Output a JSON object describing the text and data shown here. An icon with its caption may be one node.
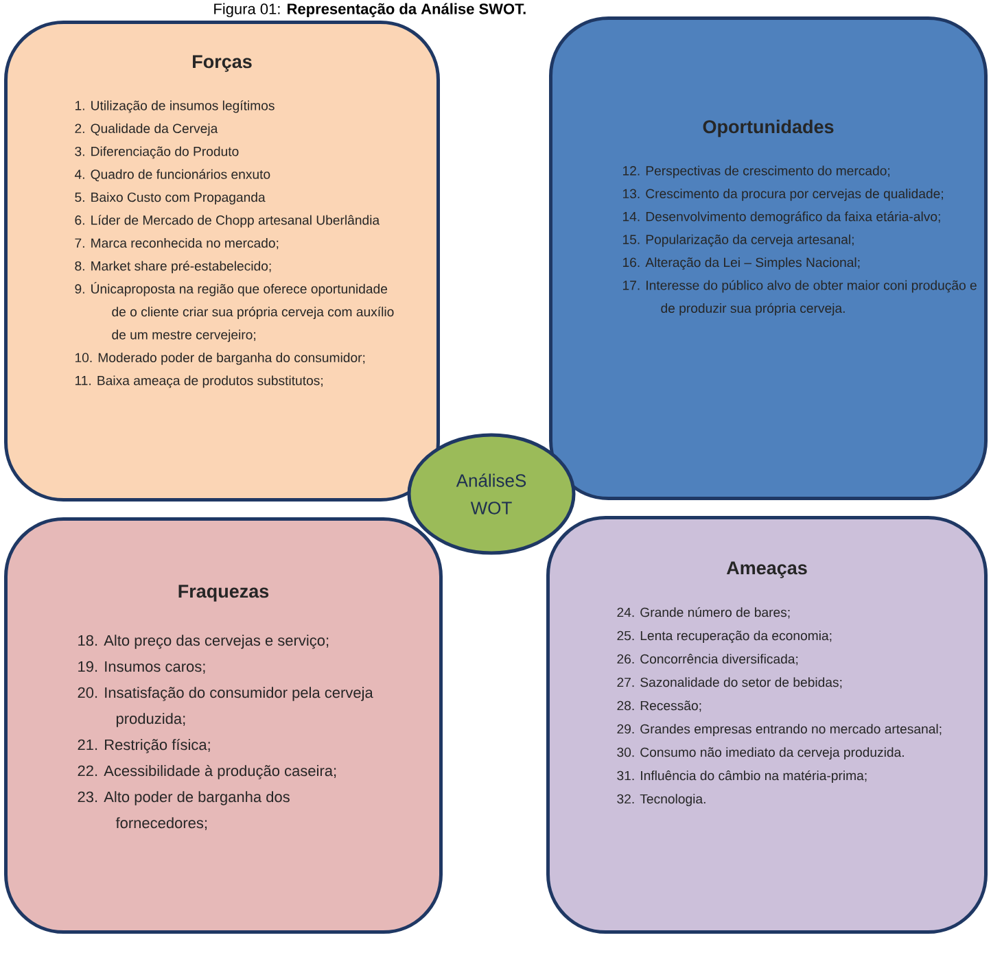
{
  "diagram": {
    "title": "Figura 01: **Representação da Análise SWOT.**",
    "nodes": [
      {
        "text": [
          "Forças",
          "1. Utilização de insumos legítimos",
          "2. Qualidade da Cerveja",
          "3. Diferenciação do Produto",
          "4. Quadro de funcionários enxuto",
          "5. Baixo Custo com Propaganda",
          "6. Líder de Mercado de Chopp artesanal Uberlândia",
          "7. Marca reconhecida no mercado;",
          "8. Market share pré-estabelecido;",
          "9. Únicaproposta na região que oferece oportunidade de o cliente criar sua própria cerveja com auxílio de um mestre cervejeiro;",
          "10. Moderado poder de barganha do consumidor;",
          "11. Baixa ameaça de produtos substitutos;"
        ]
      },
      {
        "text": [
          "Oportunidades",
          "12. Perspectivas de crescimento do mercado;",
          "13. Crescimento da procura por cervejas de qualidade;",
          "14. Desenvolvimento demográfico da faixa etária-alvo;",
          "15. Popularização da cerveja artesanal;",
          "16. Alteração da Lei – Simples Nacional;",
          "17. Interesse do público alvo de obter maior coni produção e de produzir sua própria cerveja."
        ]
      },
      {
        "text": [
          "AnáliseS WOT"
        ]
      },
      {
        "text": [
          "Fraquezas",
          "18. Alto preço das cervejas e serviço;",
          "19. Insumos caros;",
          "20. Insatisfação do consumidor pela cerveja produzida;",
          "21. Restrição física;",
          "22. Acessibilidade à produção caseira;",
          "23. Alto poder de barganha dos fornecedores;"
        ]
      },
      {
        "text": [
          "Ameaças",
          "24. Grande número de bares;",
          "25. Lenta recuperação da economia;",
          "26. Concorrência diversificada;",
          "27. Sazonalidade do setor de bebidas;",
          "28. Recessão;",
          "29. Grandes empresas entrando no mercado artesanal;",
          "30. Consumo não imediato da cerveja produzida.",
          "31. Influência do câmbio na matéria-prima;",
          "32. Tecnologia."
        ]
      }
    ]
  }
}
